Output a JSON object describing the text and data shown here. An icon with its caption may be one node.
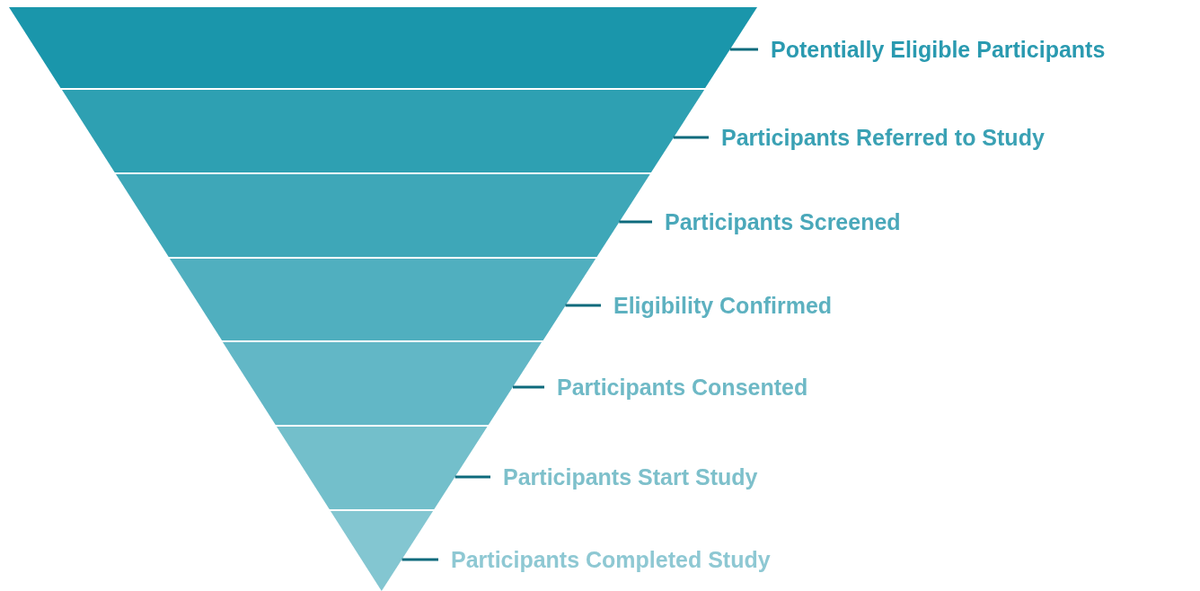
{
  "diagram": {
    "nodes": [
      {
        "text": [],
        "shape": "trapezoid"
      },
      {
        "text": [],
        "shape": "trapezoid"
      },
      {
        "text": [],
        "shape": "trapezoid"
      },
      {
        "text": [],
        "shape": "trapezoid"
      },
      {
        "text": [],
        "shape": "trapezoid"
      },
      {
        "text": [],
        "shape": "trapezoid"
      },
      {
        "text": [],
        "shape": "triangle"
      },
      {
        "text": [
          "Potentially Eligible Participants"
        ]
      },
      {
        "text": [
          "Participants Referred to Study"
        ]
      },
      {
        "text": [
          "Participants Screened"
        ]
      },
      {
        "text": [
          "Eligibility Confirmed"
        ]
      },
      {
        "text": [
          "Participants Consented"
        ]
      },
      {
        "text": [
          "Participants Start Study"
        ]
      },
      {
        "text": [
          "Participants Completed Study"
        ]
      }
    ],
    "edges": [
      {
        "from": 7,
        "to": 0,
        "arrow": "none"
      },
      {
        "from": 8,
        "to": 1,
        "arrow": "none"
      },
      {
        "from": 9,
        "to": 2,
        "arrow": "none"
      },
      {
        "from": 10,
        "to": 3,
        "arrow": "none"
      },
      {
        "from": 11,
        "to": 4,
        "arrow": "none"
      },
      {
        "from": 12,
        "to": 5,
        "arrow": "none"
      },
      {
        "from": 13,
        "to": 6,
        "arrow": "none"
      }
    ]
  }
}
